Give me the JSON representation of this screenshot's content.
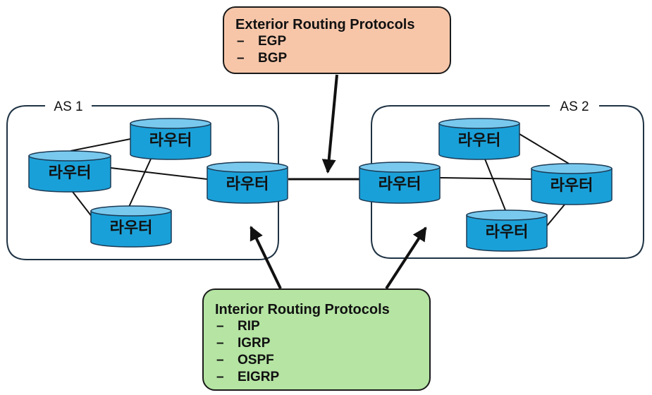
{
  "autonomous_systems": [
    {
      "label": "AS 1"
    },
    {
      "label": "AS 2"
    }
  ],
  "router_label": "라우터",
  "exterior": {
    "title": "Exterior Routing Protocols",
    "items": [
      "EGP",
      "BGP"
    ]
  },
  "interior": {
    "title": "Interior Routing Protocols",
    "items": [
      "RIP",
      "IGRP",
      "OSPF",
      "EIGRP"
    ]
  },
  "list_marker": "–",
  "colors": {
    "router_fill": "#1aa0d8",
    "router_top": "#79c9ee",
    "exterior_fill": "#f7c6a9",
    "interior_fill": "#b5e4a3",
    "line": "#111111"
  }
}
